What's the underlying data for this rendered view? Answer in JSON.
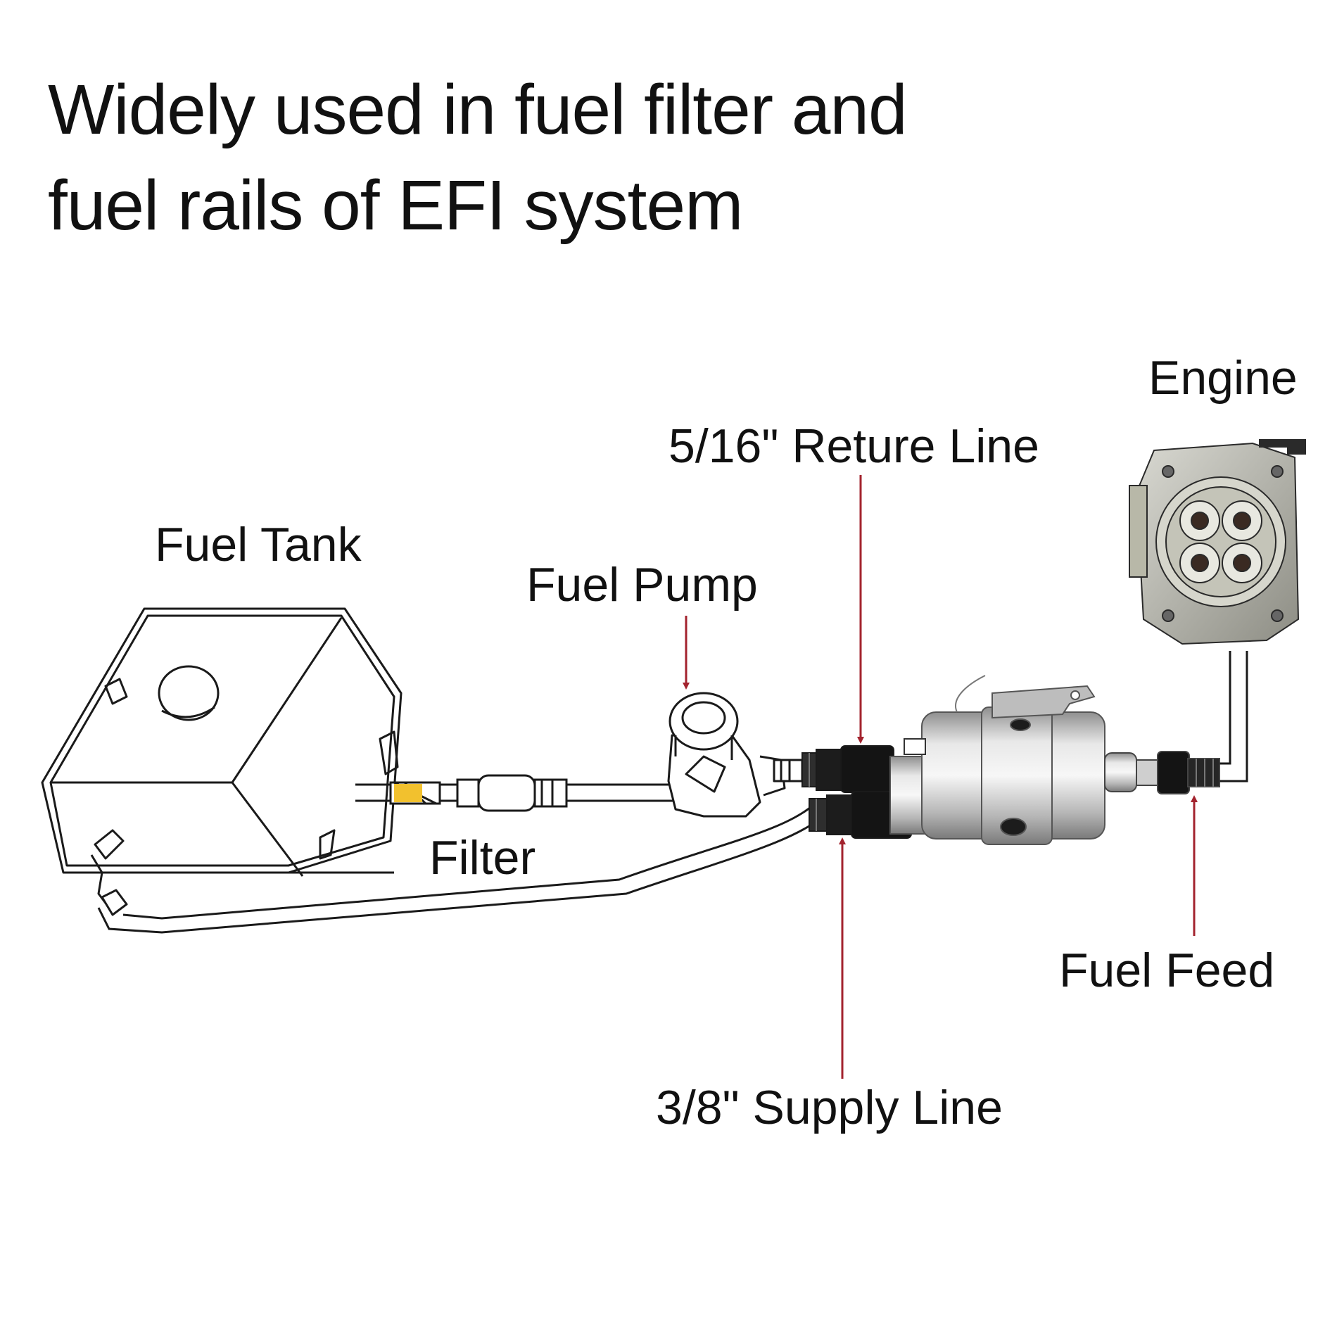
{
  "title": {
    "line1": "Widely used in fuel filter and",
    "line2": "fuel rails of EFI system"
  },
  "labels": {
    "engine": "Engine",
    "return_line": "5/16\" Reture Line",
    "fuel_tank": "Fuel Tank",
    "fuel_pump": "Fuel Pump",
    "filter": "Filter",
    "fuel_feed": "Fuel Feed",
    "supply_line": "3/8\" Supply Line"
  },
  "colors": {
    "arrow": "#a3232e",
    "outline": "#1a1a1a",
    "metal": "#c9c9c9",
    "fitting": "#1c1c1c",
    "tag": "#f2c12e"
  }
}
